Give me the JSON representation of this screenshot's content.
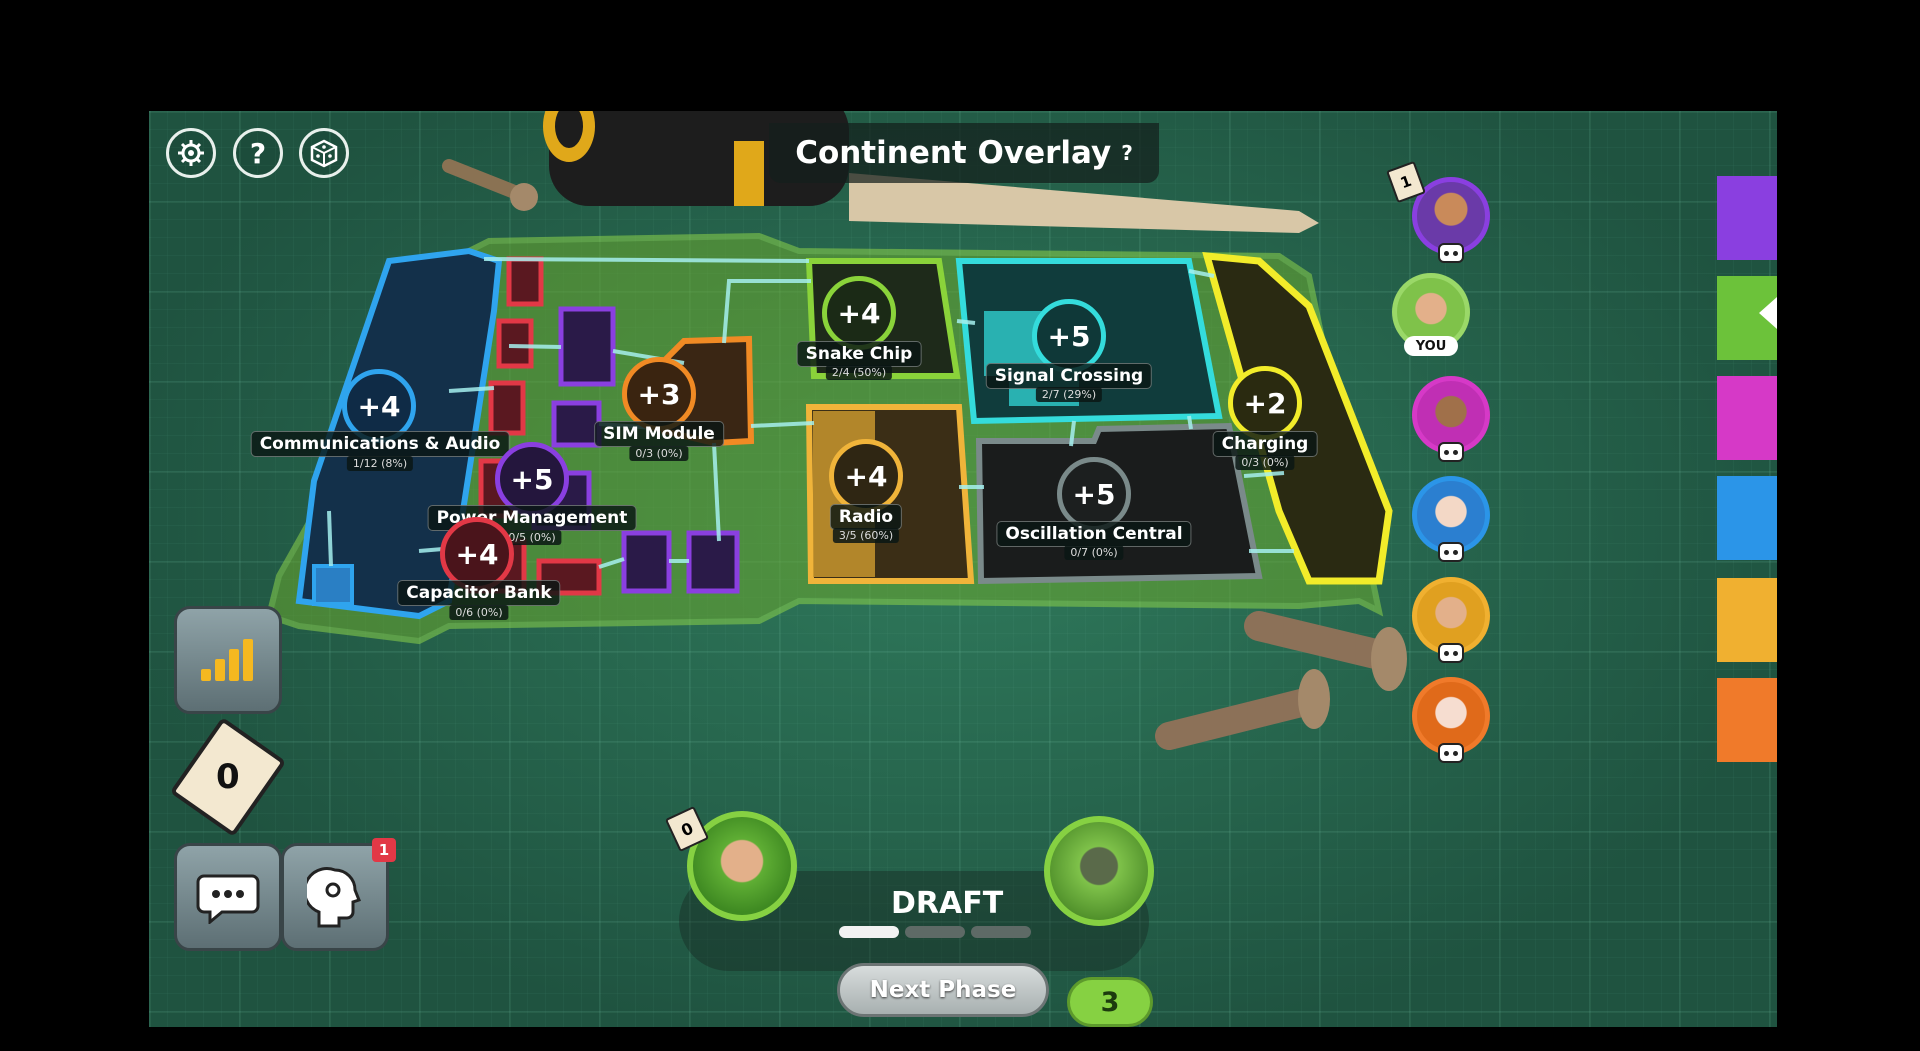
{
  "header": {
    "title": "Continent Overlay",
    "help": "?"
  },
  "icons": {
    "settings": "gear-icon",
    "help": "question-icon",
    "dice": "dice-icon"
  },
  "help_button_label": "?",
  "territories": [
    {
      "name": "Communications & Audio",
      "bonus": "+4",
      "progress": "1/12 (8%)",
      "color": "#2fa4ee"
    },
    {
      "name": "Power Management",
      "bonus": "+5",
      "progress": "0/5 (0%)",
      "color": "#8a3fe0"
    },
    {
      "name": "Capacitor Bank",
      "bonus": "+4",
      "progress": "0/6 (0%)",
      "color": "#e23846"
    },
    {
      "name": "SIM Module",
      "bonus": "+3",
      "progress": "0/3 (0%)",
      "color": "#f08a24"
    },
    {
      "name": "Snake Chip",
      "bonus": "+4",
      "progress": "2/4 (50%)",
      "color": "#8ad33a"
    },
    {
      "name": "Radio",
      "bonus": "+4",
      "progress": "3/5 (60%)",
      "color": "#f0b43a"
    },
    {
      "name": "Signal Crossing",
      "bonus": "+5",
      "progress": "2/7 (29%)",
      "color": "#34dcdc"
    },
    {
      "name": "Oscillation Central",
      "bonus": "+5",
      "progress": "0/7 (0%)",
      "color": "#7a8a8a"
    },
    {
      "name": "Charging",
      "bonus": "+2",
      "progress": "0/3 (0%)",
      "color": "#f2ec2a"
    }
  ],
  "left_panel": {
    "stats_icon": "bar-chart-icon",
    "cards_count": "0",
    "chat_icon": "speech-bubble-icon",
    "advisor_icon": "thinking-head-icon",
    "advisor_badge": "1"
  },
  "players": [
    {
      "color": "#8a3fe0",
      "badge": "1"
    },
    {
      "color": "#6cc23a",
      "tag": "YOU"
    },
    {
      "color": "#d639c7"
    },
    {
      "color": "#2b95e8"
    },
    {
      "color": "#f0b030"
    },
    {
      "color": "#f07a2a"
    }
  ],
  "phase": {
    "name": "DRAFT",
    "next_label": "Next Phase",
    "player_cards": "0",
    "troops": "3",
    "steps_done": 1,
    "steps_total": 3
  },
  "colors": {
    "board": "#25604a",
    "accent": "#86d142"
  }
}
